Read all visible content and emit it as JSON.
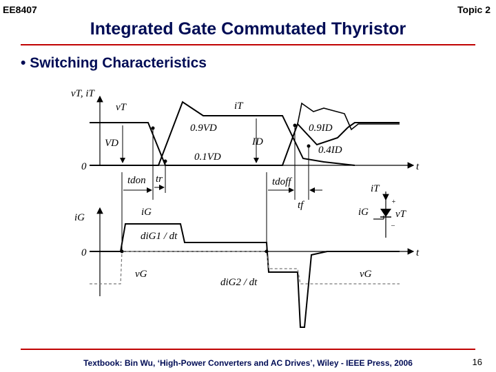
{
  "header": {
    "course": "EE8407",
    "topic": "Topic 2"
  },
  "title": "Integrated Gate Commutated Thyristor",
  "bullet": "Switching Characteristics",
  "diagram": {
    "axis_top_label": "vT, iT",
    "axis_bottom_label": "iG",
    "time_label": "t",
    "zero_label": "0",
    "vT_label": "vT",
    "iT_label": "iT",
    "VD_label": "VD",
    "ID_label": "ID",
    "v09": "0.9VD",
    "v01": "0.1VD",
    "i09": "0.9ID",
    "i04": "0.4ID",
    "tdon": "tdon",
    "tr": "tr",
    "tdoff": "tdoff",
    "tf": "tf",
    "iG_label": "iG",
    "diG1": "diG1 / dt",
    "diG2": "diG2 / dt",
    "vG_label": "vG",
    "vG_label2": "vG",
    "sym_iT": "iT",
    "sym_iG": "iG",
    "sym_vT": "vT",
    "plus": "+",
    "minus": "–"
  },
  "footer": "Textbook: Bin Wu, ‘High-Power Converters and AC Drives’, Wiley - IEEE Press, 2006",
  "page_number": "16",
  "colors": {
    "title": "#000c55",
    "rule": "#c00000"
  }
}
